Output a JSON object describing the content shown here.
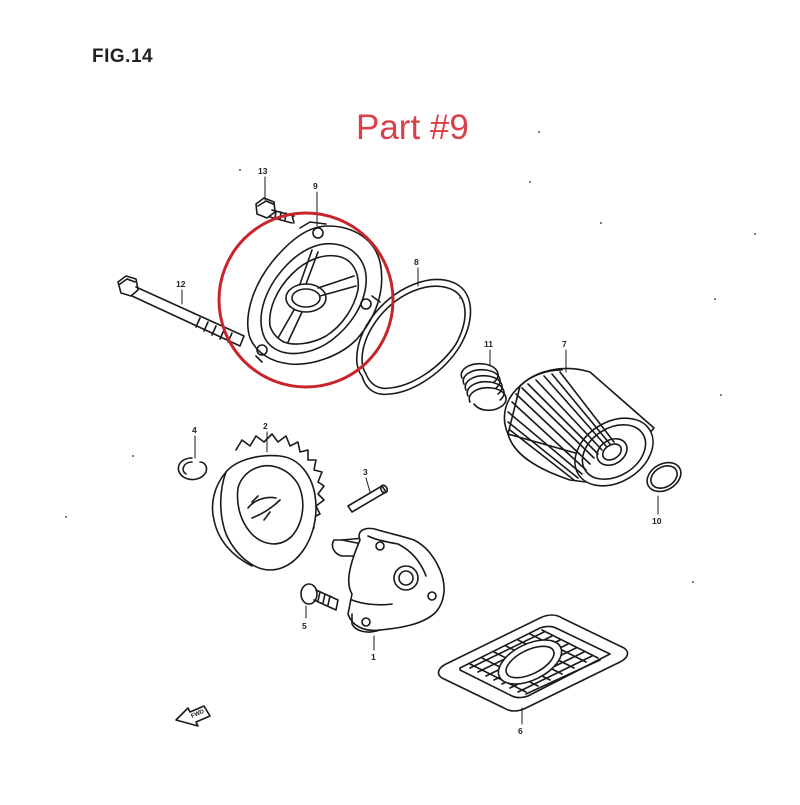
{
  "figure": {
    "title": "FIG.14"
  },
  "callout": {
    "text": "Part #9",
    "color": "#d8404a"
  },
  "highlight": {
    "part": "9",
    "color": "#c8242a"
  },
  "parts": [
    {
      "id": "13",
      "name": "bolt"
    },
    {
      "id": "9",
      "name": "cover"
    },
    {
      "id": "8",
      "name": "o-ring"
    },
    {
      "id": "12",
      "name": "long-bolt"
    },
    {
      "id": "11",
      "name": "spring"
    },
    {
      "id": "7",
      "name": "oil-filter"
    },
    {
      "id": "4",
      "name": "circlip"
    },
    {
      "id": "2",
      "name": "gear"
    },
    {
      "id": "3",
      "name": "pin"
    },
    {
      "id": "10",
      "name": "o-ring-small"
    },
    {
      "id": "5",
      "name": "screw"
    },
    {
      "id": "1",
      "name": "oil-pump"
    },
    {
      "id": "6",
      "name": "strainer"
    }
  ],
  "direction_arrow": {
    "text": "FWD"
  }
}
